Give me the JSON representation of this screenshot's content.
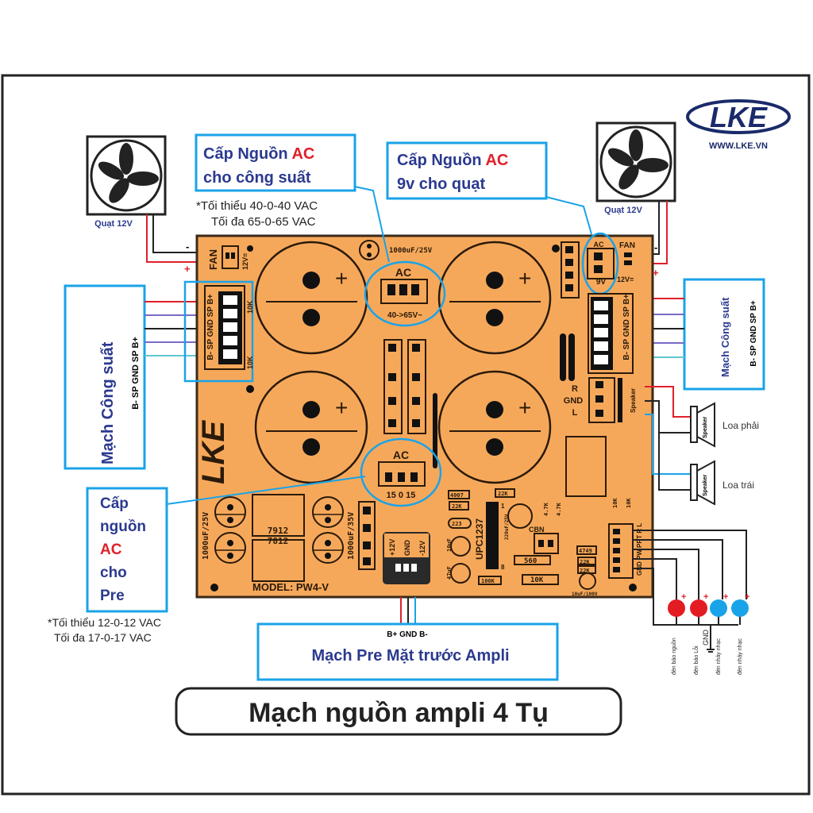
{
  "brand": {
    "logo": "LKE",
    "website": "WWW.LKE.VN"
  },
  "title": "Mạch nguồn ampli 4 Tụ",
  "fans": {
    "left_label": "Quạt 12V",
    "right_label": "Quạt 12V",
    "plus": "+",
    "minus": "-"
  },
  "callouts": {
    "ac_power_amp": {
      "line1_prefix": "Cấp Nguồn ",
      "line1_accent": "AC",
      "line2": "cho công suất"
    },
    "ac_power_amp_note": {
      "min": "*Tối thiểu 40-0-40 VAC",
      "max": "Tối đa 65-0-65 VAC"
    },
    "ac_fan": {
      "line1_prefix": "Cấp Nguồn ",
      "line1_accent": "AC",
      "line2": "9v cho quạt"
    },
    "ac_pre": {
      "l1": "Cấp",
      "l2": "nguồn",
      "l3": "AC",
      "l4": "cho",
      "l5": "Pre"
    },
    "ac_pre_note": {
      "min": "*Tối thiểu 12-0-12 VAC",
      "max": "Tối đa 17-0-17 VAC"
    },
    "power_amp_left": {
      "title": "Mạch Công suất",
      "pins": "B-  SP  GND  SP  B+"
    },
    "power_amp_right": {
      "title": "Mạch Công suất",
      "pins": "B-  SP  GND  SP  B+"
    },
    "pre_front": {
      "pins": "B+ GND B-",
      "title": "Mạch Pre Mặt trước Ampli"
    },
    "speakers": {
      "right": "Loa phải",
      "left": "Loa trái",
      "label": "Speaker"
    }
  },
  "leds": [
    {
      "label": "đèn báo nguồn",
      "color": "#e31b23"
    },
    {
      "label": "đèn báo Lỗi",
      "color": "#e31b23"
    },
    {
      "label": "đèn nháy nhạc",
      "color": "#1aa3e8"
    },
    {
      "label": "đèn nháy nhạc",
      "color": "#1aa3e8"
    }
  ],
  "gnd_label": "GND",
  "pcb": {
    "model": "MODEL: PW4-V",
    "fan": "FAN",
    "v12": "12V=",
    "pins": "B- SP GND SP B+",
    "r10k": "10K",
    "ac": "AC",
    "ac_range": "40->65V~",
    "cap_small": "1000uF/25V",
    "ac_pre_pins": "15 0 15",
    "ac9v": "9V",
    "rgl": [
      "R",
      "GND",
      "L"
    ],
    "speaker": "Speaker",
    "cap25": "1000uF/25V",
    "cap35": "1000uF/35V",
    "reg1": "7912",
    "reg2": "7812",
    "pre_out": [
      "+12V",
      "GND",
      "-12V"
    ],
    "ic": "UPC1237",
    "parts": {
      "d4007": "4007",
      "r22k": "22K",
      "c223": "223",
      "c10uf": "10uF",
      "c47uf": "47uF",
      "c220": "220uF/25V",
      "r47k": "4.7K",
      "cbn": "CBN",
      "r560": "560",
      "r100k": "100K",
      "r10k": "10K",
      "d4749": "4749",
      "c10_100": "10uF/100V",
      "pin1": "1",
      "pin8": "8"
    },
    "out_pins": "GND PW PRT R L"
  },
  "colors": {
    "pcb": "#f6a85a",
    "callout_border": "#1aa3e8",
    "title_text": "#2b3a8f",
    "accent": "#e0202a"
  }
}
